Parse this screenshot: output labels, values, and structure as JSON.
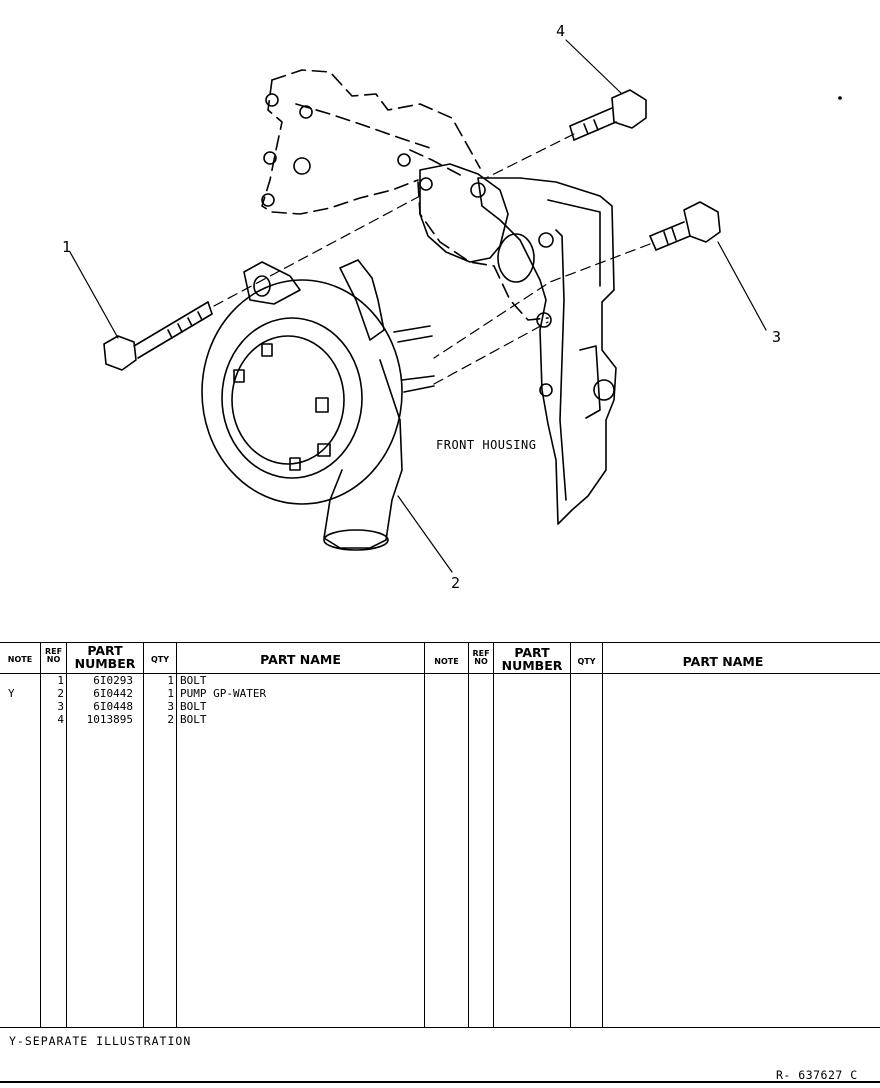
{
  "illustration": {
    "callouts": [
      "1",
      "2",
      "3",
      "4"
    ],
    "housing_label": "FRONT HOUSING"
  },
  "table": {
    "headers": {
      "note": "NOTE",
      "ref_no": "REF NO",
      "part_number": "PART NUMBER",
      "qty": "QTY",
      "part_name": "PART NAME"
    },
    "rows": [
      {
        "note": "",
        "ref": "1",
        "part_number": "6I0293",
        "qty": "1",
        "name": "BOLT"
      },
      {
        "note": "Y",
        "ref": "2",
        "part_number": "6I0442",
        "qty": "1",
        "name": "PUMP GP-WATER"
      },
      {
        "note": "",
        "ref": "3",
        "part_number": "6I0448",
        "qty": "3",
        "name": "BOLT"
      },
      {
        "note": "",
        "ref": "4",
        "part_number": "1013895",
        "qty": "2",
        "name": "BOLT"
      }
    ]
  },
  "footnote": "Y-SEPARATE ILLUSTRATION",
  "reference_code": "R- 637627 C"
}
